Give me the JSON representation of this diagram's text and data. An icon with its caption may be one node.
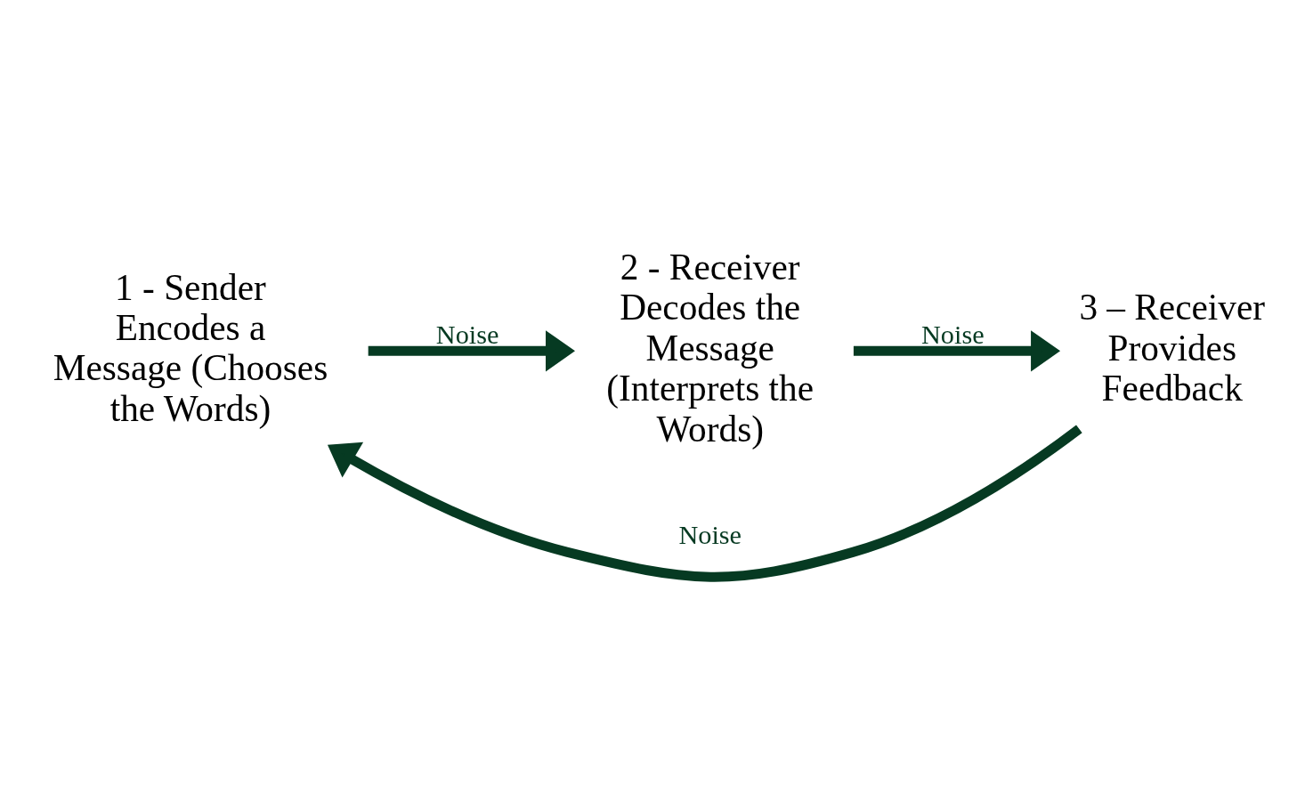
{
  "diagram": {
    "nodes": [
      {
        "text": [
          "1 - Sender Encodes a Message (Chooses the Words)"
        ]
      },
      {
        "text": [
          "2 - Receiver Decodes the Message (Interprets the Words)"
        ]
      },
      {
        "text": [
          "3 – Receiver Provides Feedback"
        ]
      }
    ],
    "edges": [
      {
        "from": 0,
        "to": 1,
        "arrow": "to",
        "label": "Noise"
      },
      {
        "from": 1,
        "to": 2,
        "arrow": "to",
        "label": "Noise"
      },
      {
        "from": 2,
        "to": 0,
        "arrow": "to",
        "label": "Noise"
      }
    ]
  }
}
